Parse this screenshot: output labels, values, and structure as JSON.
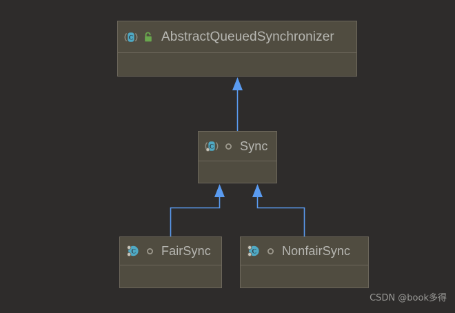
{
  "diagram": {
    "type": "uml-class-diagram",
    "theme": "dark",
    "background_color": "#2e2c2b",
    "box_fill_color": "#504c40",
    "box_border_color": "#6d685c",
    "text_color": "#b7b7b2",
    "arrow_color": "#5a9bf0",
    "class_icon_color": "#4fa9c4",
    "lock_icon_color": "#69a74e",
    "classes": [
      {
        "id": "aqs",
        "name": "AbstractQueuedSynchronizer",
        "icons": [
          "abstract-class-icon",
          "unlocked-padlock-icon"
        ],
        "visibility_marker": null
      },
      {
        "id": "sync",
        "name": "Sync",
        "icons": [
          "abstract-class-icon"
        ],
        "visibility_marker": "package-private-circle-icon"
      },
      {
        "id": "fairsync",
        "name": "FairSync",
        "icons": [
          "final-class-icon"
        ],
        "visibility_marker": "package-private-circle-icon"
      },
      {
        "id": "nonfairsync",
        "name": "NonfairSync",
        "icons": [
          "final-class-icon"
        ],
        "visibility_marker": "package-private-circle-icon"
      }
    ],
    "relations": [
      {
        "from": "sync",
        "to": "aqs",
        "kind": "generalization"
      },
      {
        "from": "fairsync",
        "to": "sync",
        "kind": "generalization"
      },
      {
        "from": "nonfairsync",
        "to": "sync",
        "kind": "generalization"
      }
    ]
  },
  "watermark": {
    "text": "CSDN @book多得"
  }
}
